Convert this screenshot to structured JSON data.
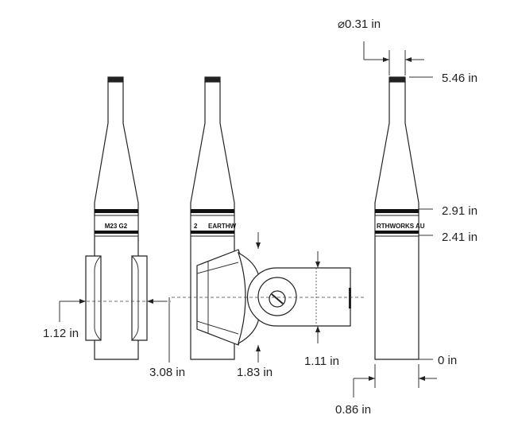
{
  "drawing": {
    "dimensions": {
      "tip_diameter": "⌀0.31 in",
      "overall_height": "5.46 in",
      "taper_end_height": "2.91 in",
      "band_height": "2.41 in",
      "base_height": "0 in",
      "body_diameter": "0.86 in",
      "clip_width": "1.12 in",
      "clip_center_height": "3.08 in",
      "mount_height": "1.83 in",
      "mount_arm_height": "1.11 in"
    },
    "labels": {
      "left_band": "M23 G2",
      "middle_band_prefix": "2",
      "middle_band": "EARTHW",
      "right_band": "RTHWORKS AU"
    }
  }
}
